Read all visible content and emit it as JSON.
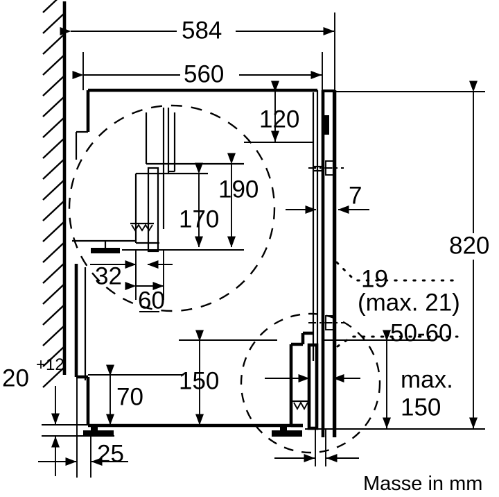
{
  "drawing": {
    "title_note": "Masse in mm",
    "units": "mm",
    "type": "technical-installation-drawing",
    "accent_color": "#000000",
    "background_color": "#ffffff"
  },
  "dimensions": {
    "depth_niche": "584",
    "depth_body": "560",
    "top_inset": "120",
    "door_gap": "7",
    "inner_upper": "190",
    "inner_mid": "170",
    "foot_offset": "32",
    "foot_width": "60",
    "plinth_height": "150",
    "toe_height": "70",
    "front_offset": "25",
    "total_height": "820",
    "wall_gap_base": "20",
    "wall_gap_tol": "+12",
    "panel_thickness": "19",
    "panel_thickness_max": "(max. 21)",
    "handle_zone": "50-60",
    "plinth_max_label": "max.",
    "plinth_max_value": "150"
  },
  "labels": {
    "d584": "584",
    "d560": "560",
    "d120": "120",
    "d7": "7",
    "d190": "190",
    "d170": "170",
    "d32": "32",
    "d60": "60",
    "d150": "150",
    "d70": "70",
    "d25": "25",
    "d820": "820",
    "d20": "20",
    "d12sup": "+12",
    "d19": "19",
    "dmax21": "(max. 21)",
    "d5060": "50-60",
    "dmax": "max.",
    "dmax150": "150",
    "footer": "Masse in mm"
  }
}
